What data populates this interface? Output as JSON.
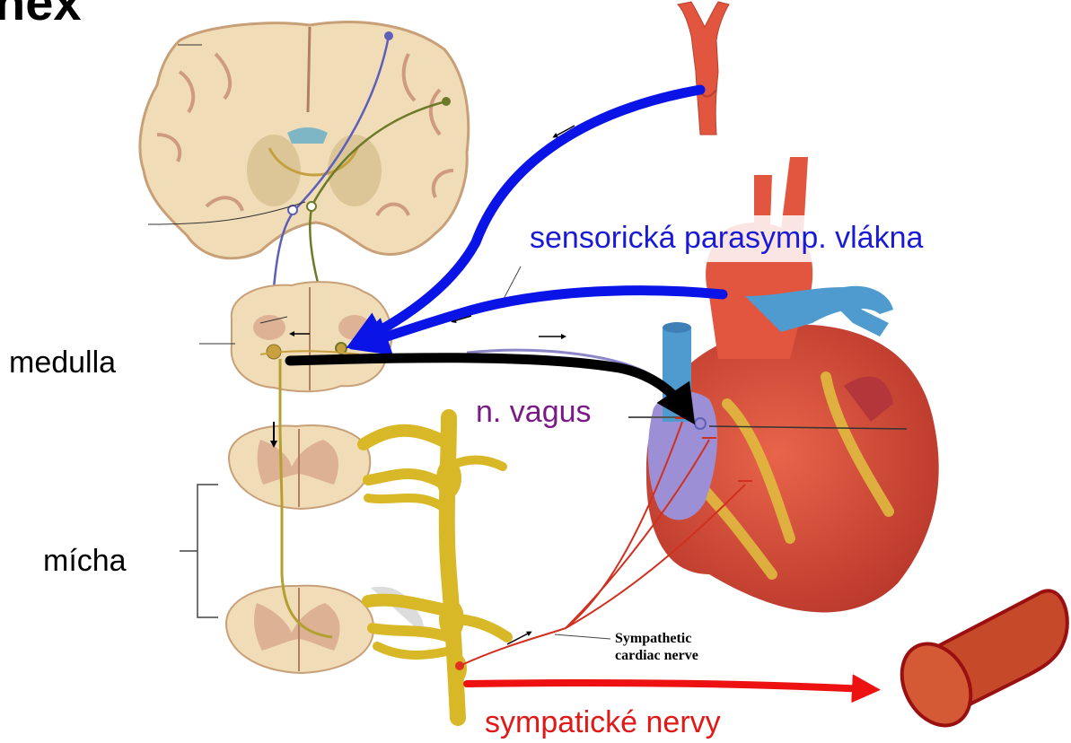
{
  "title_fragment": "nex",
  "labels": {
    "medulla": "medulla",
    "micha": "mícha",
    "sensory": "sensorická parasymp. vlákna",
    "vagus": "n. vagus",
    "sympatheticNerves": "sympatické nervy",
    "sympatheticCardiacNerve": [
      "Sympathetic",
      "cardiac nerve"
    ]
  },
  "colors": {
    "sensoryArrow": "#0a14e6",
    "vagusArrow": "#000000",
    "sympatheticArrow": "#ee1111",
    "sensoryText": "#1a1ad6",
    "vagusText": "#7a1a86",
    "sympatheticText": "#e01818",
    "tissue": "#f1dcb8",
    "greyMatter": "#d9a98c",
    "nerveYellow": "#d9b827",
    "heartRed": "#d94e3a",
    "arteryRed": "#e2553f",
    "veinBlue": "#4f9bd0",
    "atriumViolet": "#9d8fd6",
    "vesselFill": "#c64a2a",
    "vesselStroke": "#9a1010"
  },
  "icons": [
    "brain-section",
    "medulla-section",
    "spinal-cord-section",
    "sympathetic-chain",
    "heart",
    "carotid-artery",
    "blood-vessel"
  ]
}
